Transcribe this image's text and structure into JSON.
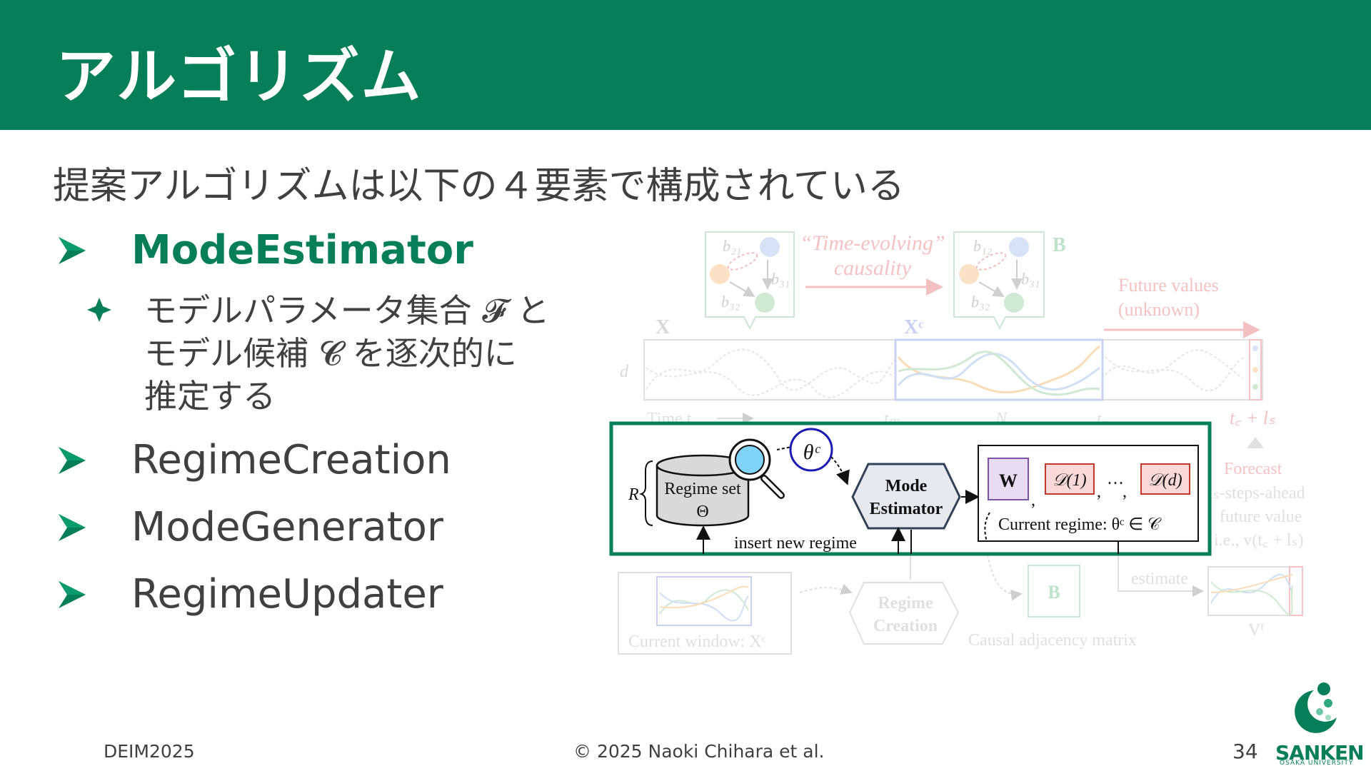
{
  "slide": {
    "title": "アルゴリズム",
    "subtitle": "提案アルゴリズムは以下の４要素で構成されている",
    "bullets": [
      {
        "label": "ModeEstimator"
      },
      {
        "label": "RegimeCreation"
      },
      {
        "label": "ModeGenerator"
      },
      {
        "label": "RegimeUpdater"
      }
    ],
    "sub_bullet": {
      "line1": "モデルパラメータ集合 𝓕 と",
      "line2": "モデル候補 𝓒 を逐次的に",
      "line3": "推定する"
    }
  },
  "diagram": {
    "faded": {
      "b21": "b₂₁",
      "b31": "b₃₁",
      "b32": "b₃₂",
      "b12": "b₁₂",
      "b31b": "b₃₁",
      "b32b": "b₃₂",
      "causality_line1": "“Time-evolving”",
      "causality_line2": "causality",
      "B_top": "B",
      "future_line1": "Future values",
      "future_line2": "(unknown)",
      "X": "X",
      "Xc": "Xᶜ",
      "d": "d",
      "time_label": "Time t",
      "tm": "tₘ",
      "N": "N",
      "tc": "t꜀",
      "tc_ls": "t꜀ + lₛ",
      "forecast": "Forecast",
      "forecast_line2": "lₛ-steps-ahead",
      "forecast_line3": "future value",
      "forecast_line4": "i.e., v(t꜀ + lₛ)",
      "regime_creation_line1": "Regime",
      "regime_creation_line2": "Creation",
      "B_box": "B",
      "causal_matrix": "Causal adjacency matrix",
      "estimate": "estimate",
      "current_window": "Current window: Xᶜ",
      "vf": "Vᶠ"
    },
    "highlight": {
      "R": "R",
      "regime_set_line1": "Regime set",
      "regime_set_line2": "Θ",
      "theta_c": "θᶜ",
      "mode_est_line1": "Mode",
      "mode_est_line2": "Estimator",
      "W": "W",
      "D1": "𝒟(1)",
      "dots": "…",
      "Dd": "𝒟(d)",
      "current_regime": "Current regime: θᶜ ∈ 𝒞",
      "insert_new_regime": "insert new regime"
    }
  },
  "footer": {
    "left": "DEIM2025",
    "center": "© 2025 Naoki Chihara et al.",
    "page": "34",
    "logo": "SANKEN",
    "logo_sub": "OSAKA UNIVERSITY"
  },
  "colors": {
    "brand_green": "#067f58",
    "faded_green": "#c6e6cf",
    "faded_red": "#f4c0c0",
    "faded_blue": "#c9d2f2",
    "faded_gray": "#d8d8d8",
    "highlight_purple": "#e8dcf3",
    "highlight_red": "#fbd9d9"
  }
}
